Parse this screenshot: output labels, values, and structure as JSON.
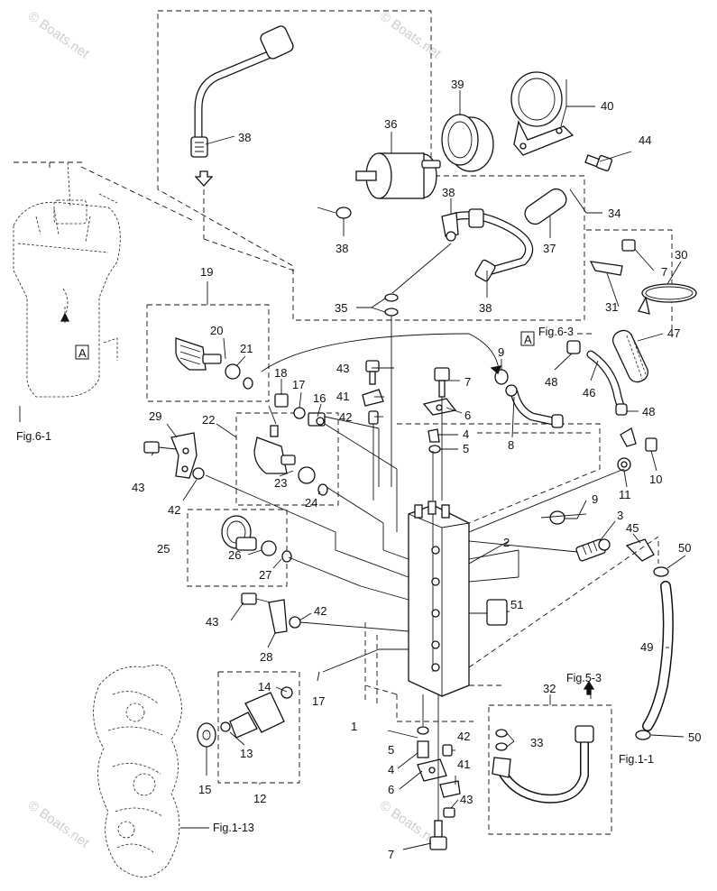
{
  "watermark": "© Boats.net",
  "parts": {
    "p1": "1",
    "p2": "2",
    "p3": "3",
    "p4": "4",
    "p5": "5",
    "p6": "6",
    "p7": "7",
    "p8": "8",
    "p9": "9",
    "p10": "10",
    "p11": "11",
    "p12": "12",
    "p13": "13",
    "p14": "14",
    "p15": "15",
    "p16": "16",
    "p17": "17",
    "p18": "18",
    "p19": "19",
    "p20": "20",
    "p21": "21",
    "p22": "22",
    "p23": "23",
    "p24": "24",
    "p25": "25",
    "p26": "26",
    "p27": "27",
    "p28": "28",
    "p29": "29",
    "p30": "30",
    "p31": "31",
    "p32": "32",
    "p33": "33",
    "p34": "34",
    "p35": "35",
    "p36": "36",
    "p37": "37",
    "p38": "38",
    "p39": "39",
    "p40": "40",
    "p41": "41",
    "p42": "42",
    "p43": "43",
    "p44": "44",
    "p45": "45",
    "p46": "46",
    "p47": "47",
    "p48": "48",
    "p49": "49",
    "p50": "50",
    "p51": "51"
  },
  "refs": {
    "fig63": "Fig.6-3",
    "fig53": "Fig.5-3",
    "fig11": "Fig.1-1",
    "fig113": "Fig.1-13",
    "fig61": "Fig.6-1",
    "boxA": "A"
  }
}
